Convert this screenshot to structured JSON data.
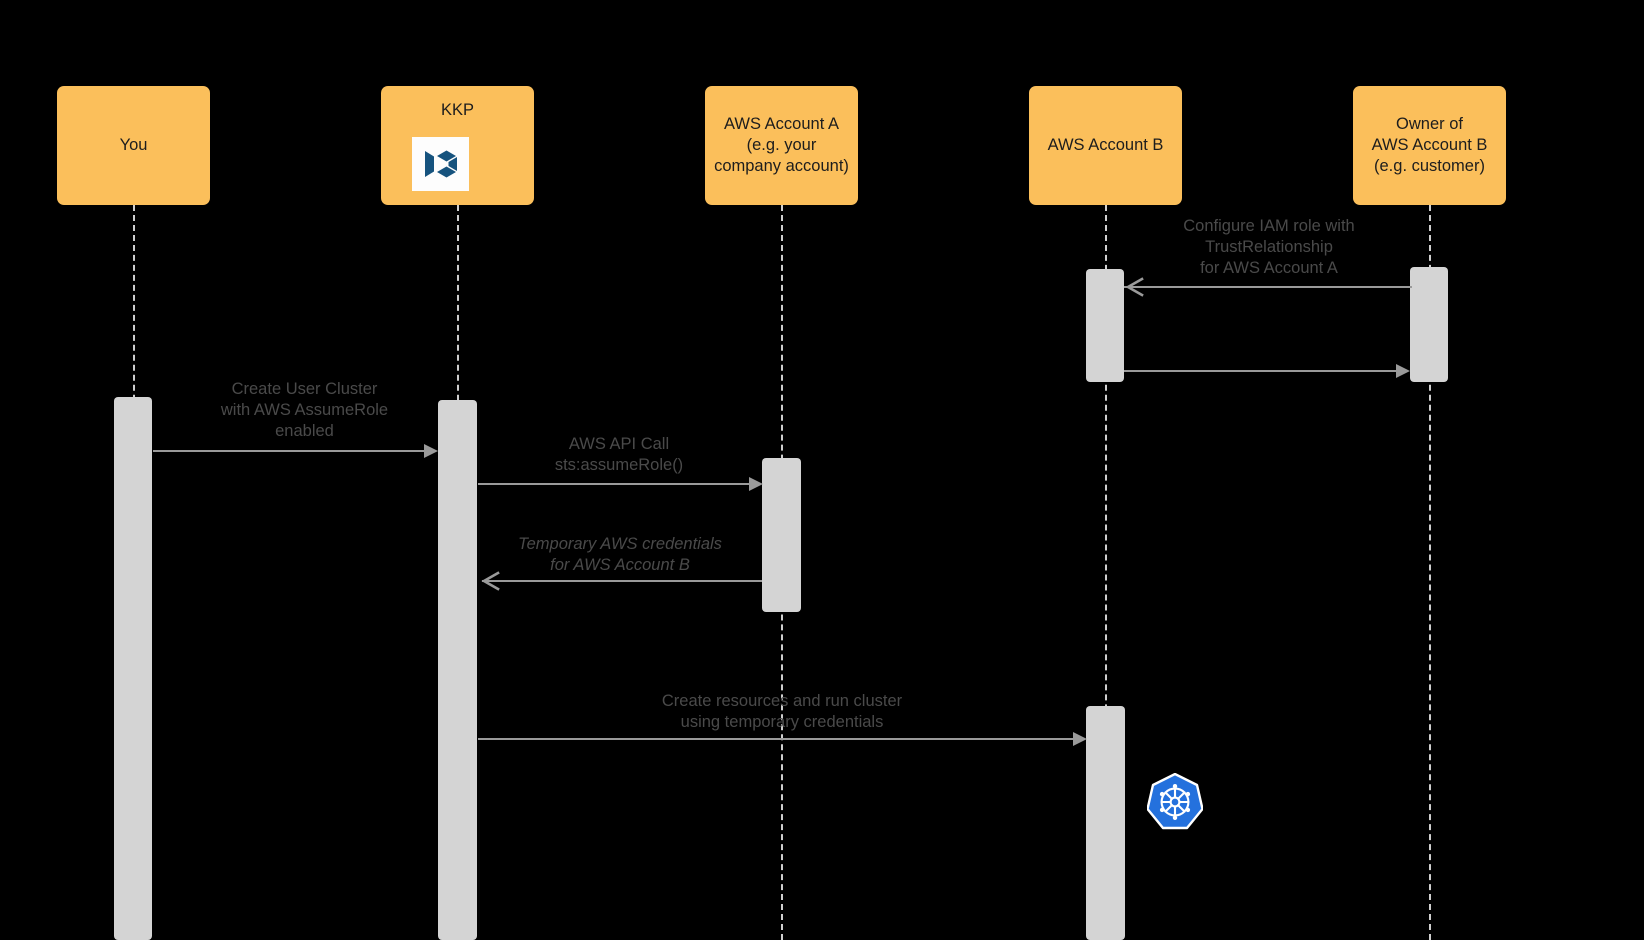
{
  "diagram": {
    "type": "sequence-diagram",
    "title": "KKP AWS AssumeRole cross-account cluster provisioning",
    "background_color": "#000000",
    "participant_fill": "#FBBF5B",
    "activation_fill": "#d4d4d4",
    "line_color": "#9a9a9a",
    "label_color": "#4a4a4a"
  },
  "participants": [
    {
      "id": "you",
      "label": "You",
      "has_logo": false,
      "logo": ""
    },
    {
      "id": "kkp",
      "label": "KKP",
      "has_logo": true,
      "logo": "kubermatic-logo"
    },
    {
      "id": "account_a",
      "label": "AWS Account A\n(e.g. your\ncompany account)",
      "has_logo": false,
      "logo": ""
    },
    {
      "id": "account_b",
      "label": "AWS Account B",
      "has_logo": false,
      "logo": ""
    },
    {
      "id": "owner_b",
      "label": "Owner of\nAWS Account B\n(e.g. customer)",
      "has_logo": false,
      "logo": ""
    }
  ],
  "messages": [
    {
      "id": "m1",
      "label": "Configure IAM role with\nTrustRelationship\nfor AWS Account A",
      "from": "owner_b",
      "to": "account_b",
      "direction": "left",
      "arrowhead": "open",
      "style": "normal"
    },
    {
      "id": "m2",
      "label": "",
      "from": "account_b",
      "to": "owner_b",
      "direction": "right",
      "arrowhead": "solid",
      "style": "normal"
    },
    {
      "id": "m3",
      "label": "Create User Cluster\nwith AWS AssumeRole\nenabled",
      "from": "you",
      "to": "kkp",
      "direction": "right",
      "arrowhead": "solid",
      "style": "normal"
    },
    {
      "id": "m4",
      "label": "AWS API Call\nsts:assumeRole()",
      "from": "kkp",
      "to": "account_a",
      "direction": "right",
      "arrowhead": "solid",
      "style": "normal"
    },
    {
      "id": "m5",
      "label": "Temporary AWS credentials\nfor AWS Account B",
      "from": "account_a",
      "to": "kkp",
      "direction": "left",
      "arrowhead": "open",
      "style": "italic"
    },
    {
      "id": "m6",
      "label": "Create resources and run cluster\nusing temporary credentials",
      "from": "kkp",
      "to": "account_b",
      "direction": "right",
      "arrowhead": "solid",
      "style": "normal"
    }
  ],
  "annotations": [
    {
      "id": "k8s",
      "icon": "kubernetes-logo",
      "near": "account_b"
    }
  ]
}
